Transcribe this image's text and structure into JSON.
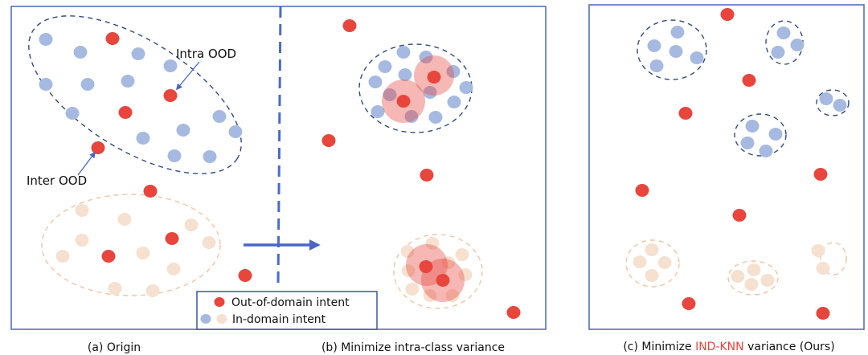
{
  "labels": {
    "intra_ood": "Intra OOD",
    "inter_ood": "Inter OOD"
  },
  "legend": {
    "ood": "Out-of-domain intent",
    "ind": "In-domain intent"
  },
  "captions": {
    "a": "(a) Origin",
    "b": "(b) Minimize intra-class variance",
    "c_prefix": "(c) Minimize ",
    "c_highlight": "IND-KNN",
    "c_suffix": " variance (Ours)"
  },
  "colors": {
    "ood": "#e8453c",
    "ind_blue": "#a6b9e0",
    "ind_tan": "#f6e0cf",
    "cluster_blue": "#2f4a80",
    "cluster_tan": "#f2c4a2",
    "frame": "#4a66b5",
    "highlight": "#e8453c"
  }
}
